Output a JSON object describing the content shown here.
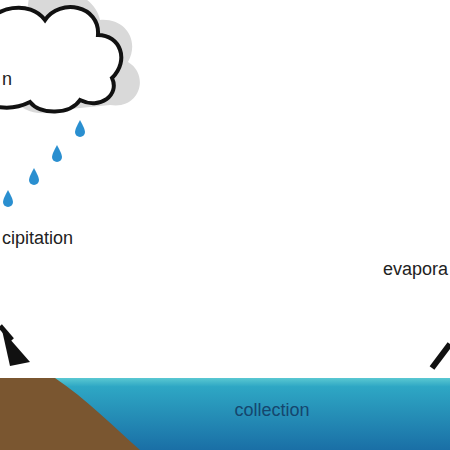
{
  "diagram": {
    "nodes": [
      {
        "text": [
          "n"
        ]
      },
      {
        "text": [
          "collection"
        ]
      }
    ],
    "labels": [
      "cipitation",
      "evapora"
    ]
  }
}
